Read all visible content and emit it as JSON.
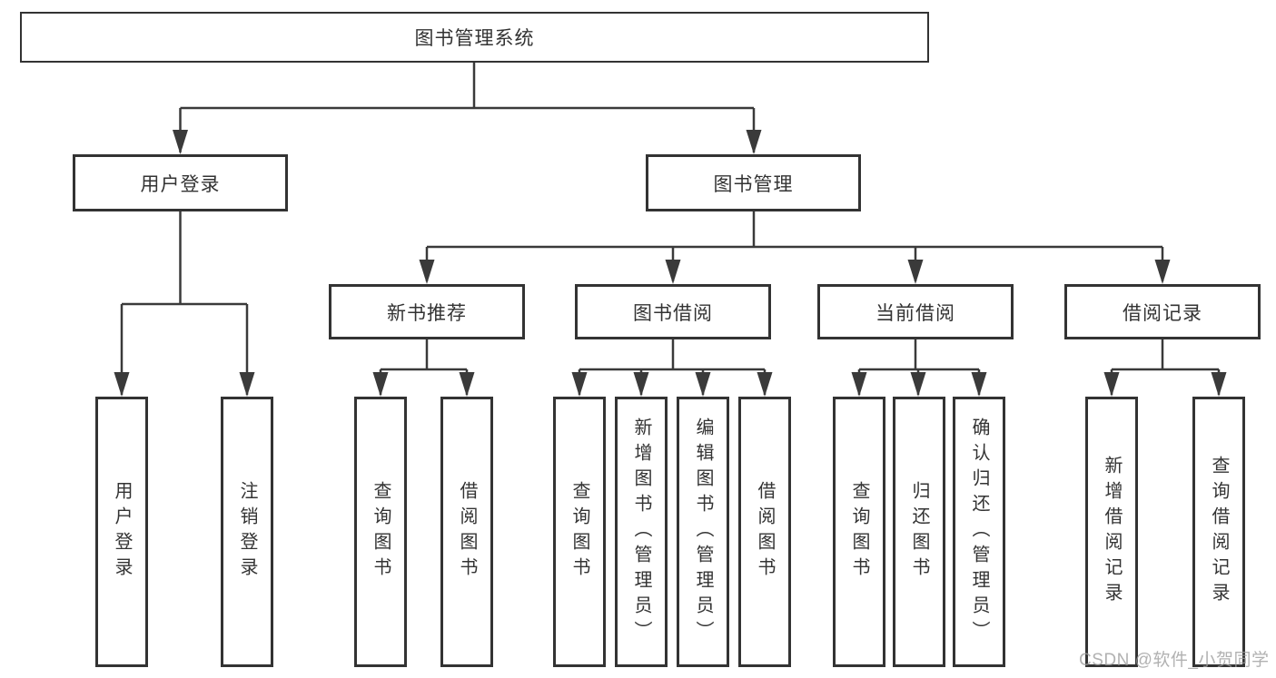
{
  "diagram": {
    "title": "图书管理系统",
    "branches": [
      {
        "label": "用户登录",
        "children": [
          "用户登录",
          "注销登录"
        ]
      },
      {
        "label": "图书管理"
      }
    ],
    "modules": [
      {
        "label": "新书推荐",
        "children": [
          "查询图书",
          "借阅图书"
        ]
      },
      {
        "label": "图书借阅",
        "children": [
          "查询图书",
          "新增图书（管理员）",
          "编辑图书（管理员）",
          "借阅图书"
        ]
      },
      {
        "label": "当前借阅",
        "children": [
          "查询图书",
          "归还图书",
          "确认归还（管理员）"
        ]
      },
      {
        "label": "借阅记录",
        "children": [
          "新增借阅记录",
          "查询借阅记录"
        ]
      }
    ]
  },
  "colors": {
    "line": "#3a3a3a",
    "border": "#333333",
    "watermark_text": "#9e9e9e"
  },
  "watermark": "CSDN @软件_小贺同学"
}
